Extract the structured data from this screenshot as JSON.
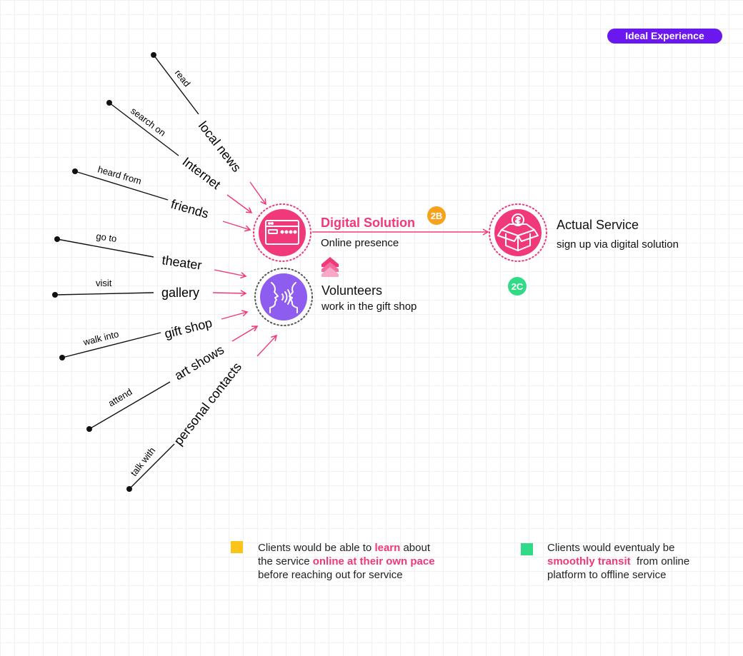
{
  "header": {
    "badge": "Ideal Experience"
  },
  "channels": [
    {
      "verb": "read",
      "channel": "local news"
    },
    {
      "verb": "search on",
      "channel": "Internet"
    },
    {
      "verb": "heard from",
      "channel": "friends"
    },
    {
      "verb": "go to",
      "channel": "theater"
    },
    {
      "verb": "visit",
      "channel": "gallery"
    },
    {
      "verb": "walk into",
      "channel": "gift shop"
    },
    {
      "verb": "attend",
      "channel": "art shows"
    },
    {
      "verb": "talk with",
      "channel": "personal contacts"
    }
  ],
  "nodes": {
    "digital": {
      "title": "Digital Solution",
      "subtitle": "Online presence",
      "badge": "2B"
    },
    "volunteers": {
      "title": "Volunteers",
      "subtitle": "work in the gift shop"
    },
    "service": {
      "title": "Actual Service",
      "subtitle": "sign up via digital solution",
      "badge": "2C"
    }
  },
  "notes": [
    {
      "parts": [
        "Clients would be able to ",
        "learn",
        " about",
        "the service ",
        "online at their own pace",
        "before reaching out for service"
      ]
    },
    {
      "parts": [
        "Clients would eventualy be",
        "smoothly transit",
        "  from online",
        "platform to offline service"
      ]
    }
  ],
  "colors": {
    "pink": "#f0387b",
    "purple": "#8f5cf0",
    "orange": "#f7a21b",
    "green": "#2fdb84",
    "yellow": "#fcc419",
    "note_green": "#2fdb84",
    "badge": "#6b17f0"
  },
  "icons": {
    "digital": "browser-window-icon",
    "volunteers": "two-faces-talking-icon",
    "service": "gift-box-dollar-icon",
    "stack": "stacked-chevron-up-icon"
  }
}
